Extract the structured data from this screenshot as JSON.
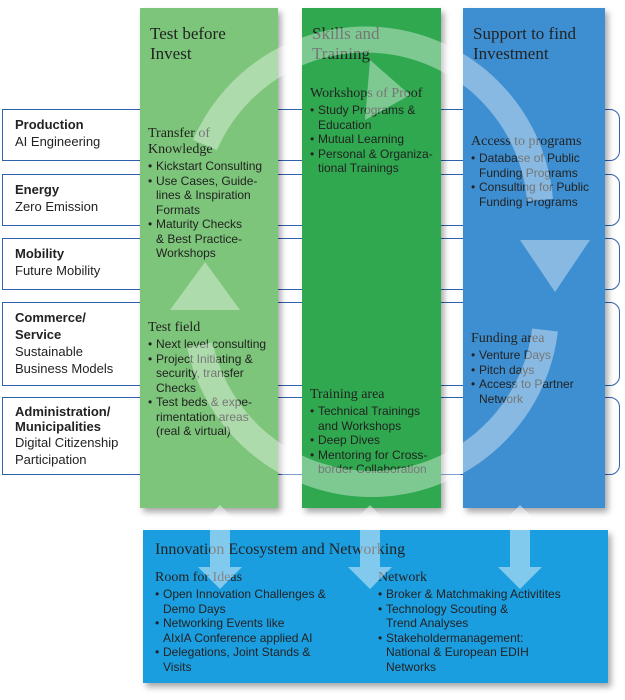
{
  "rows": [
    {
      "title": "Production",
      "subtitle": "AI Engineering"
    },
    {
      "title": "Energy",
      "subtitle": "Zero Emission"
    },
    {
      "title": "Mobility",
      "subtitle": "Future Mobility"
    },
    {
      "title": "Commerce/\nService",
      "subtitle": "Sustainable\nBusiness Models"
    },
    {
      "title": "Administration/\nMunicipalities",
      "subtitle": "Digital Citizenship\nParticipation"
    }
  ],
  "columns": [
    {
      "title": "Test before\nInvest",
      "blocks": [
        {
          "heading": "Transfer of\nKnowledge",
          "items": [
            "Kickstart Consulting",
            "Use Cases, Guide-\nlines & Inspiration\nFormats",
            "Maturity Checks\n& Best Practice-\nWorkshops"
          ]
        },
        {
          "heading": "Test field",
          "items": [
            "Next level consulting",
            "Project Initiating &\nsecurity, transfer\nChecks",
            "Test beds & expe-\nrimentation areas\n(real & virtual)"
          ]
        }
      ]
    },
    {
      "title": "Skills and\nTraining",
      "blocks": [
        {
          "heading": "Workshops of Proof",
          "items": [
            "Study Programs &\nEducation",
            "Mutual Learning",
            "Personal & Organiza-\ntional Trainings"
          ]
        },
        {
          "heading": "Training area",
          "items": [
            "Technical Trainings\nand Workshops",
            "Deep Dives",
            "Mentoring for Cross-\nborder Collaboration"
          ]
        }
      ]
    },
    {
      "title": "Support to find\nInvestment",
      "blocks": [
        {
          "heading": "Access to programs",
          "items": [
            "Database of Public\nFunding Programs",
            "Consulting for Public\nFunding Programs"
          ]
        },
        {
          "heading": "Funding area",
          "items": [
            "Venture Days",
            "Pitch days",
            "Access to Partner\nNetwork"
          ]
        }
      ]
    }
  ],
  "ecosystem": {
    "title": "Innovation Ecosystem and Networking",
    "left": {
      "heading": "Room for Ideas",
      "items": [
        "Open Innovation Challenges &\nDemo Days",
        "Networking Events like\nAIxIA Conference applied AI",
        "Delegations, Joint Stands &\nVisits"
      ]
    },
    "right": {
      "heading": "Network",
      "items": [
        "Broker & Matchmaking Activitites",
        "Technology Scouting &\nTrend Analyses",
        "Stakeholdermanagement:\nNational & European EDIH\nNetworks"
      ]
    }
  },
  "colors": {
    "border": "#2e62ad",
    "col1": "#7dc57a",
    "col2": "#2fa84f",
    "col3": "#3e8fd1",
    "ecosystem": "#1b9ee0"
  }
}
